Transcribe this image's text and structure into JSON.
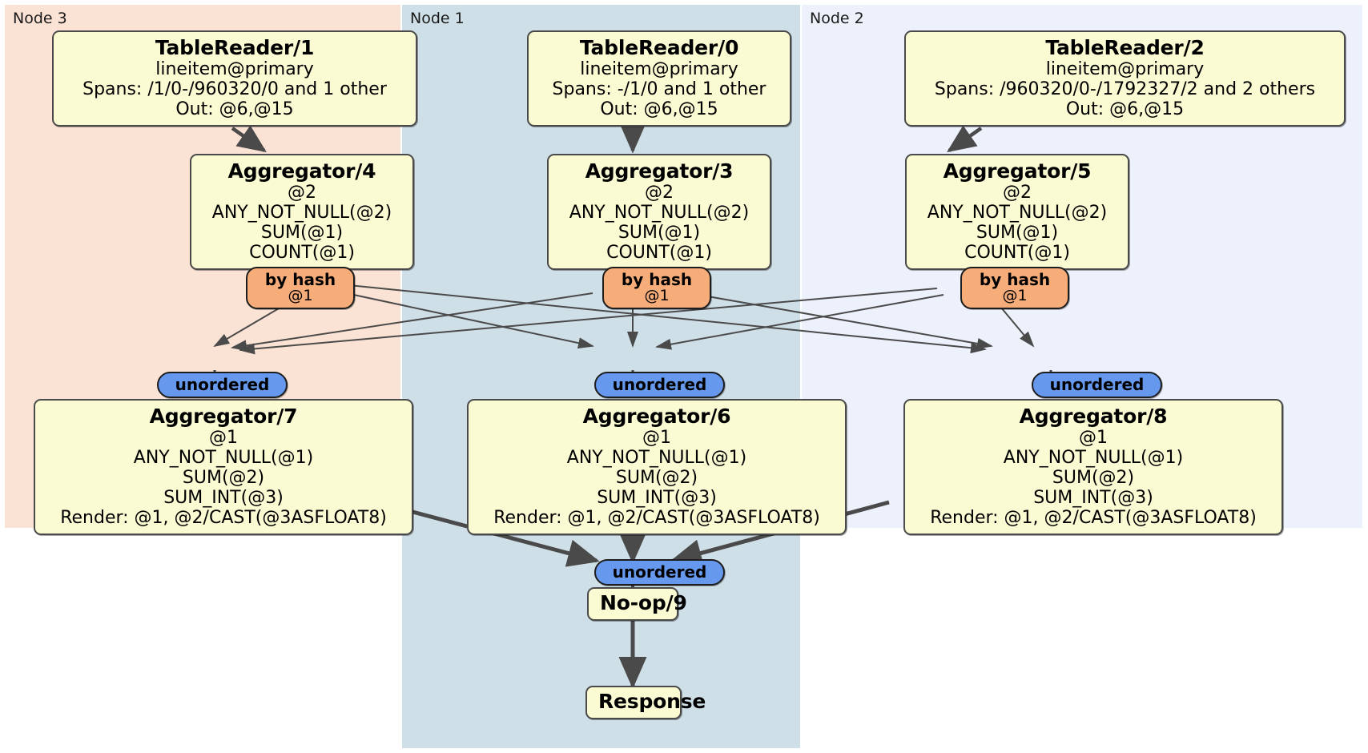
{
  "diagram": {
    "type": "distributed-query-plan",
    "colors": {
      "node3_panel": "#fae2d5",
      "node1_panel": "#cfdfe8",
      "node2_panel": "#edf1fb",
      "processor_box": "#fbfbd3",
      "hash_router": "#f7ad79",
      "unordered_sync": "#6699ee",
      "edge": "#4a4a4a"
    }
  },
  "nodes": [
    {
      "id": "node3",
      "label": "Node 3"
    },
    {
      "id": "node1",
      "label": "Node 1"
    },
    {
      "id": "node2",
      "label": "Node 2"
    }
  ],
  "processors": {
    "table_reader_1": {
      "title": "TableReader/1",
      "lines": [
        "lineitem@primary",
        "Spans: /1/0-/960320/0 and 1 other",
        "Out: @6,@15"
      ]
    },
    "table_reader_0": {
      "title": "TableReader/0",
      "lines": [
        "lineitem@primary",
        "Spans: -/1/0 and 1 other",
        "Out: @6,@15"
      ]
    },
    "table_reader_2": {
      "title": "TableReader/2",
      "lines": [
        "lineitem@primary",
        "Spans: /960320/0-/1792327/2 and 2 others",
        "Out: @6,@15"
      ]
    },
    "aggregator_4": {
      "title": "Aggregator/4",
      "lines": [
        "@2",
        "ANY_NOT_NULL(@2)",
        "SUM(@1)",
        "COUNT(@1)"
      ]
    },
    "aggregator_3": {
      "title": "Aggregator/3",
      "lines": [
        "@2",
        "ANY_NOT_NULL(@2)",
        "SUM(@1)",
        "COUNT(@1)"
      ]
    },
    "aggregator_5": {
      "title": "Aggregator/5",
      "lines": [
        "@2",
        "ANY_NOT_NULL(@2)",
        "SUM(@1)",
        "COUNT(@1)"
      ]
    },
    "aggregator_7": {
      "title": "Aggregator/7",
      "lines": [
        "@1",
        "ANY_NOT_NULL(@1)",
        "SUM(@2)",
        "SUM_INT(@3)",
        "Render: @1, @2/CAST(@3ASFLOAT8)"
      ]
    },
    "aggregator_6": {
      "title": "Aggregator/6",
      "lines": [
        "@1",
        "ANY_NOT_NULL(@1)",
        "SUM(@2)",
        "SUM_INT(@3)",
        "Render: @1, @2/CAST(@3ASFLOAT8)"
      ]
    },
    "aggregator_8": {
      "title": "Aggregator/8",
      "lines": [
        "@1",
        "ANY_NOT_NULL(@1)",
        "SUM(@2)",
        "SUM_INT(@3)",
        "Render: @1, @2/CAST(@3ASFLOAT8)"
      ]
    },
    "noop_9": {
      "title": "No-op/9",
      "lines": []
    },
    "response": {
      "title": "Response",
      "lines": []
    }
  },
  "routers": {
    "hash_4": {
      "main": "by hash",
      "sub": "@1"
    },
    "hash_3": {
      "main": "by hash",
      "sub": "@1"
    },
    "hash_5": {
      "main": "by hash",
      "sub": "@1"
    }
  },
  "synchronizers": {
    "unordered_7": {
      "main": "unordered"
    },
    "unordered_6": {
      "main": "unordered"
    },
    "unordered_8": {
      "main": "unordered"
    },
    "unordered_9": {
      "main": "unordered"
    }
  }
}
